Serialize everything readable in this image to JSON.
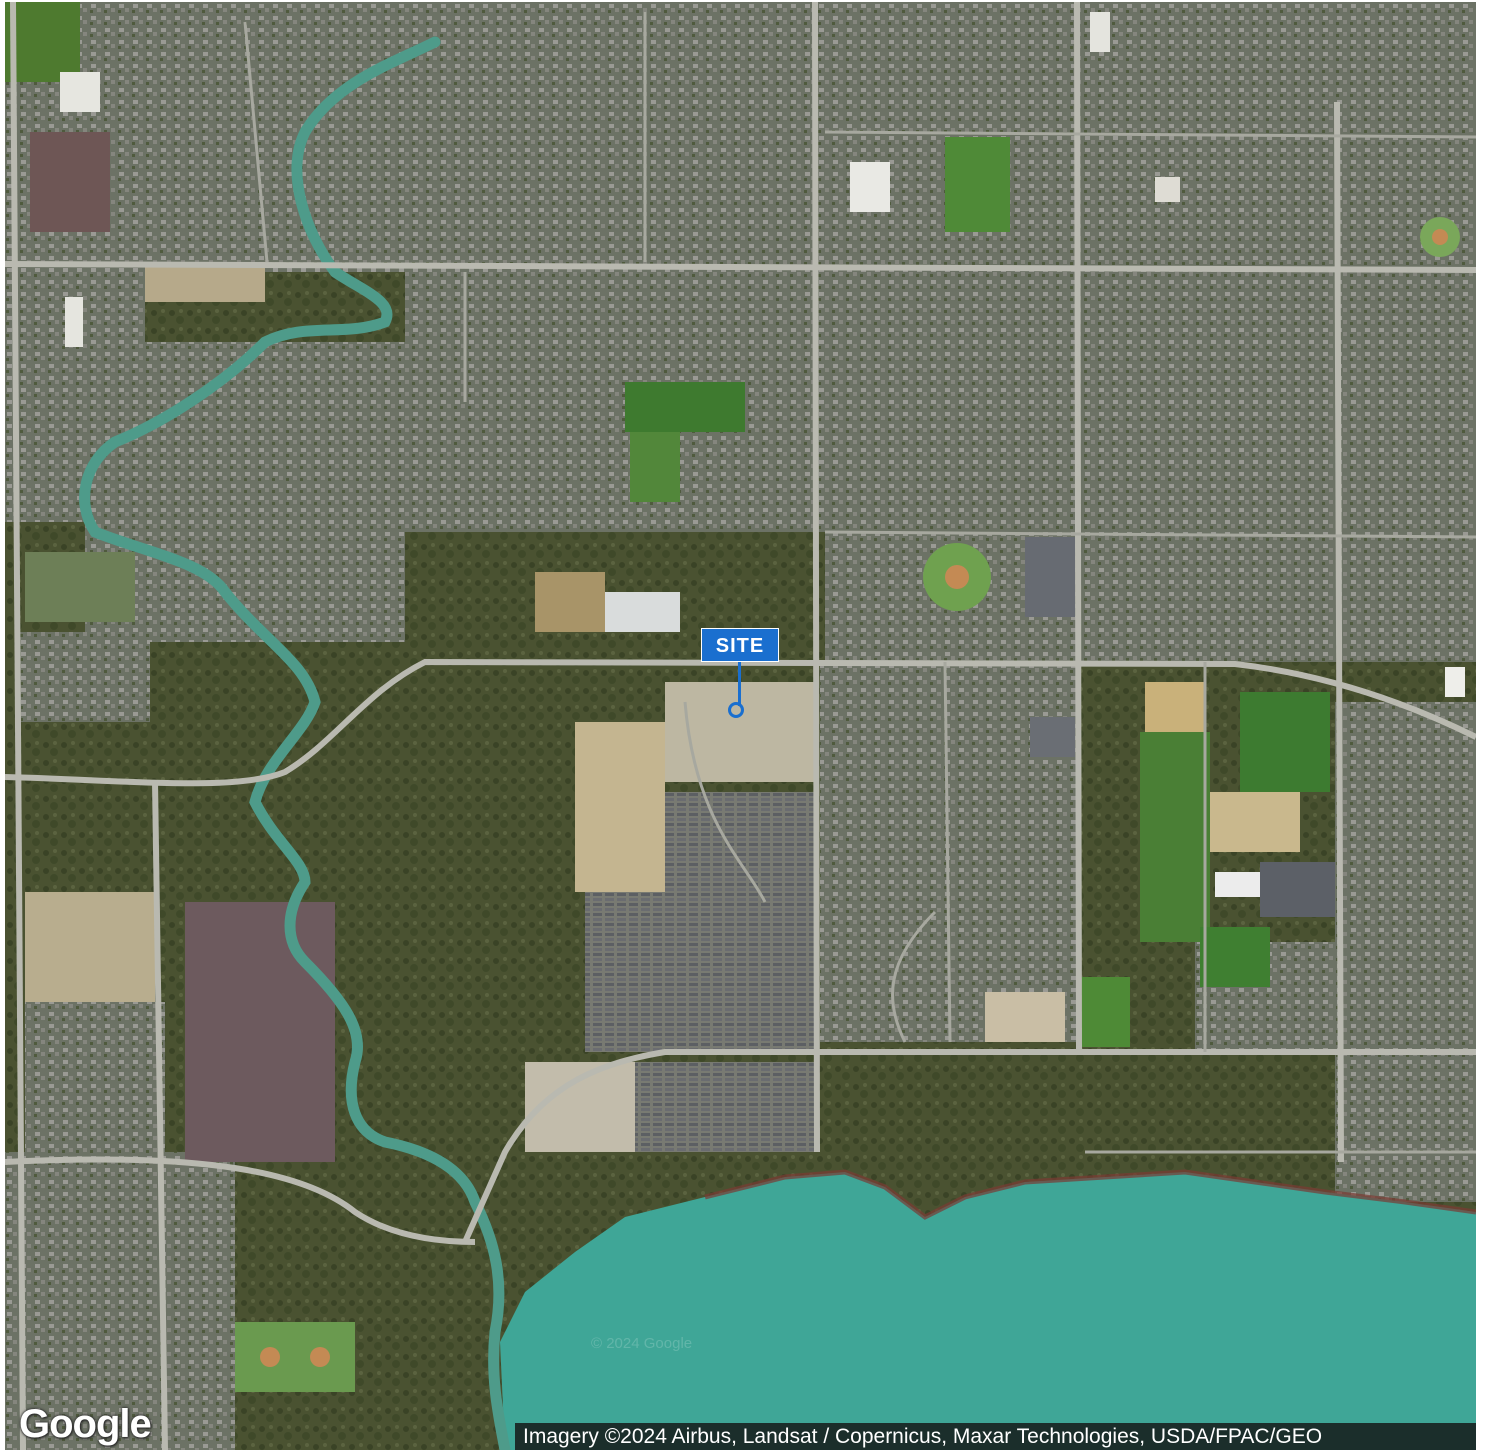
{
  "map": {
    "type": "satellite",
    "marker": {
      "label": "SITE",
      "color": "#1a6fcf"
    },
    "logo": {
      "text": "Google"
    },
    "attribution": "Imagery ©2024 Airbus, Landsat / Copernicus, Maxar Technologies, USDA/FPAC/GEO",
    "watermark": "© 2024 Google",
    "colors": {
      "water": "#3fa697",
      "river": "#4e9b8a",
      "urban": "#6f7668",
      "vegetation": "#4c5a33",
      "fields": "#5a8a3c",
      "roads": "#b9b9b0"
    }
  }
}
